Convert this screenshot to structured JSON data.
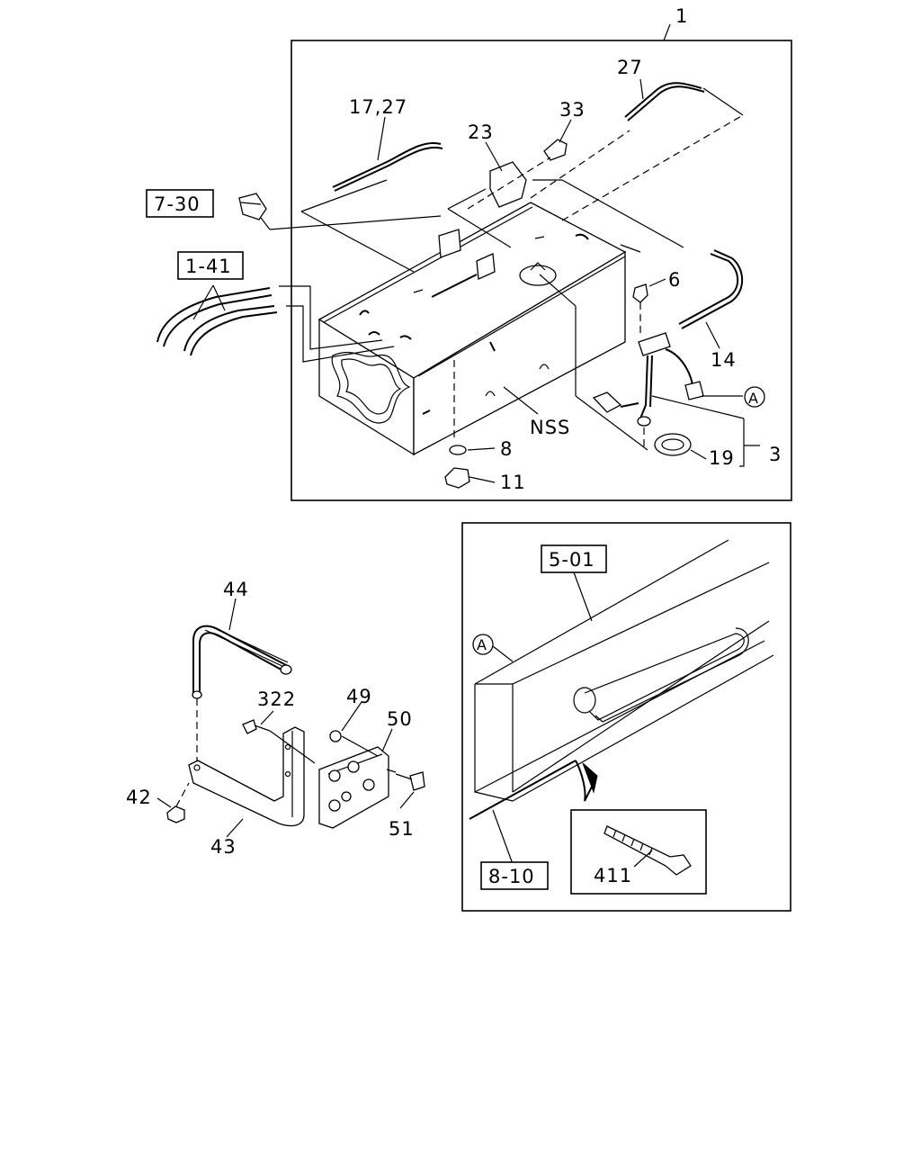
{
  "labels": {
    "n1": "1",
    "n27": "27",
    "n17_27": "17,27",
    "n23": "23",
    "n33": "33",
    "n6": "6",
    "n14": "14",
    "nA": "A",
    "n3": "3",
    "n19": "19",
    "n8": "8",
    "n11": "11",
    "nNSS": "NSS",
    "n44": "44",
    "n322": "322",
    "n49": "49",
    "n50": "50",
    "n42": "42",
    "n43": "43",
    "n51": "51",
    "nA2": "A",
    "n411": "411"
  },
  "refs": {
    "r7_30": "7-30",
    "r1_41": "1-41",
    "r5_01": "5-01",
    "r8_10": "8-10"
  }
}
